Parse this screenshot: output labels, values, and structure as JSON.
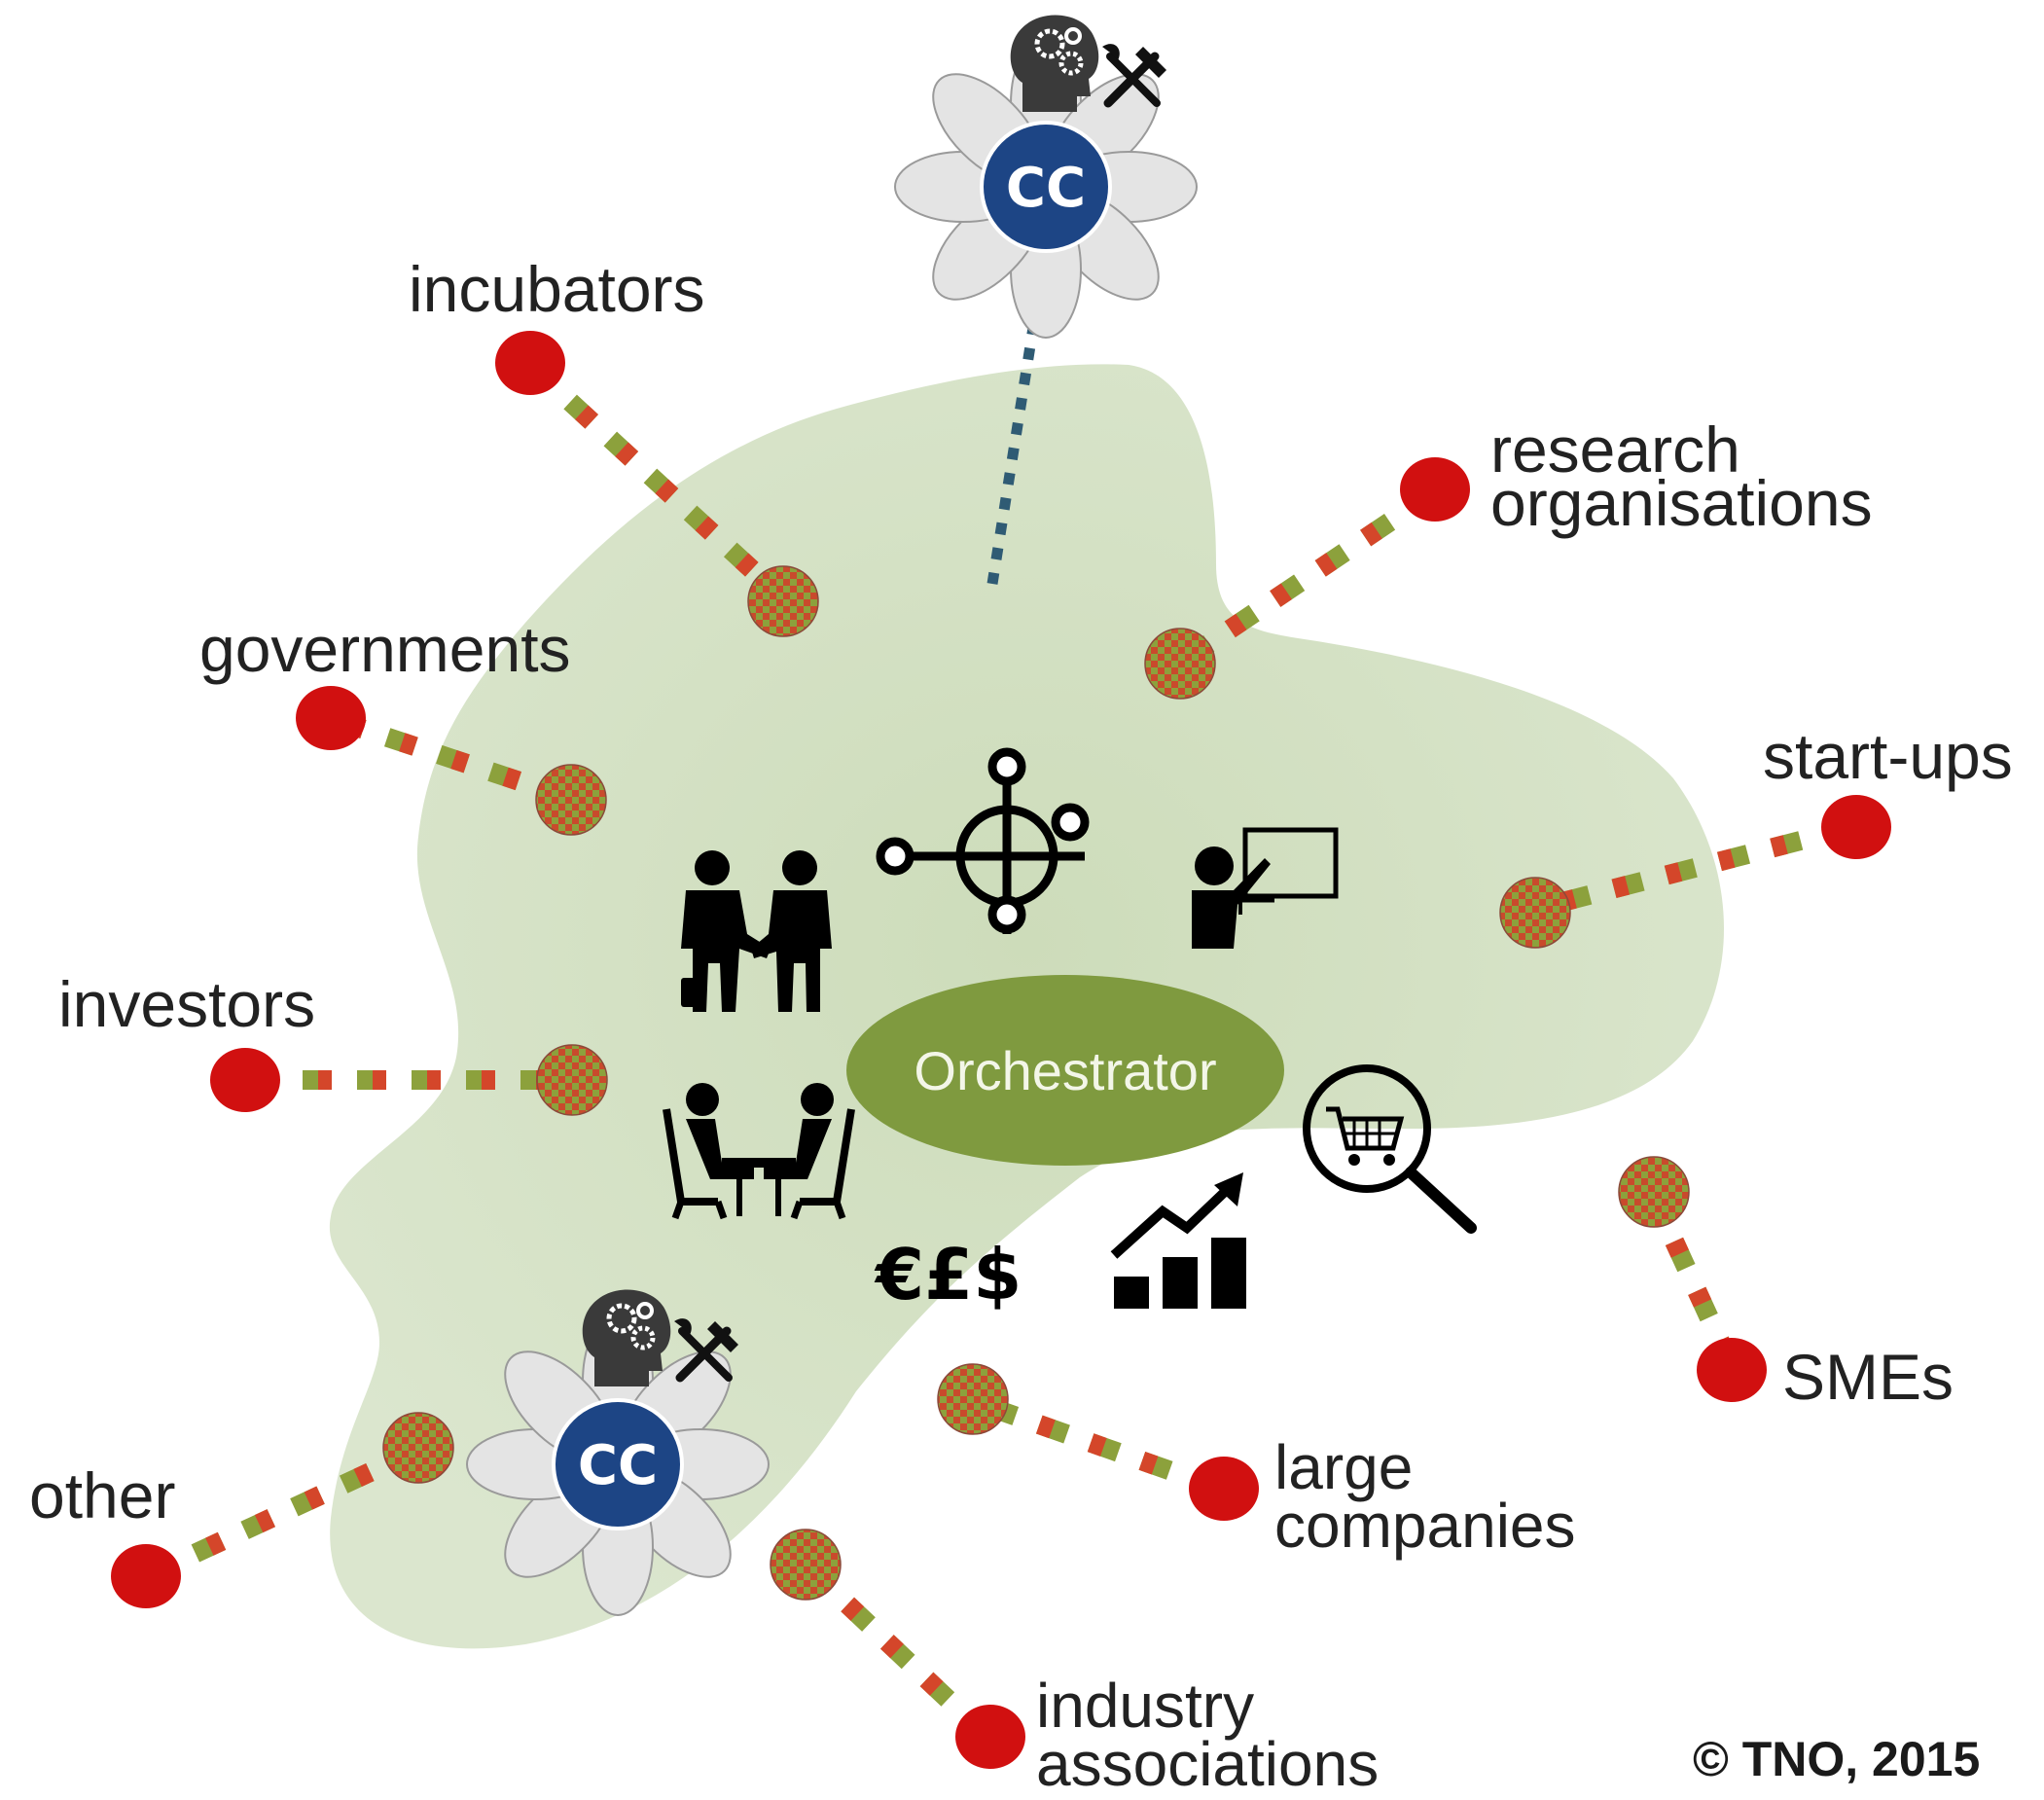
{
  "labels": {
    "incubators": "incubators",
    "research_line1": "research",
    "research_line2": "organisations",
    "governments": "governments",
    "start_ups": "start-ups",
    "investors": "investors",
    "smes": "SMEs",
    "other": "other",
    "large_line1": "large",
    "large_line2": "companies",
    "industry_line1": "industry",
    "industry_line2": "associations"
  },
  "center": {
    "label": "Orchestrator"
  },
  "cc_badge": {
    "label": "CC"
  },
  "currency_icon": {
    "text": "€£$"
  },
  "copyright": "© TNO, 2015",
  "colors": {
    "blob": "#d6e2c6",
    "orchestrator": "#7f9a3f",
    "node": "#d11010",
    "dash_green": "#8ca13c",
    "dash_red": "#d4462a",
    "cc_circle": "#1d4585",
    "flower": "#e3e3e3",
    "dotted_line": "#2f5b74"
  },
  "icons": [
    "handshake-icon",
    "network-hub-icon",
    "presenter-icon",
    "meeting-table-icon",
    "shopping-search-icon",
    "currency-icon",
    "growth-chart-icon",
    "brain-gears-icon",
    "tools-icon"
  ]
}
